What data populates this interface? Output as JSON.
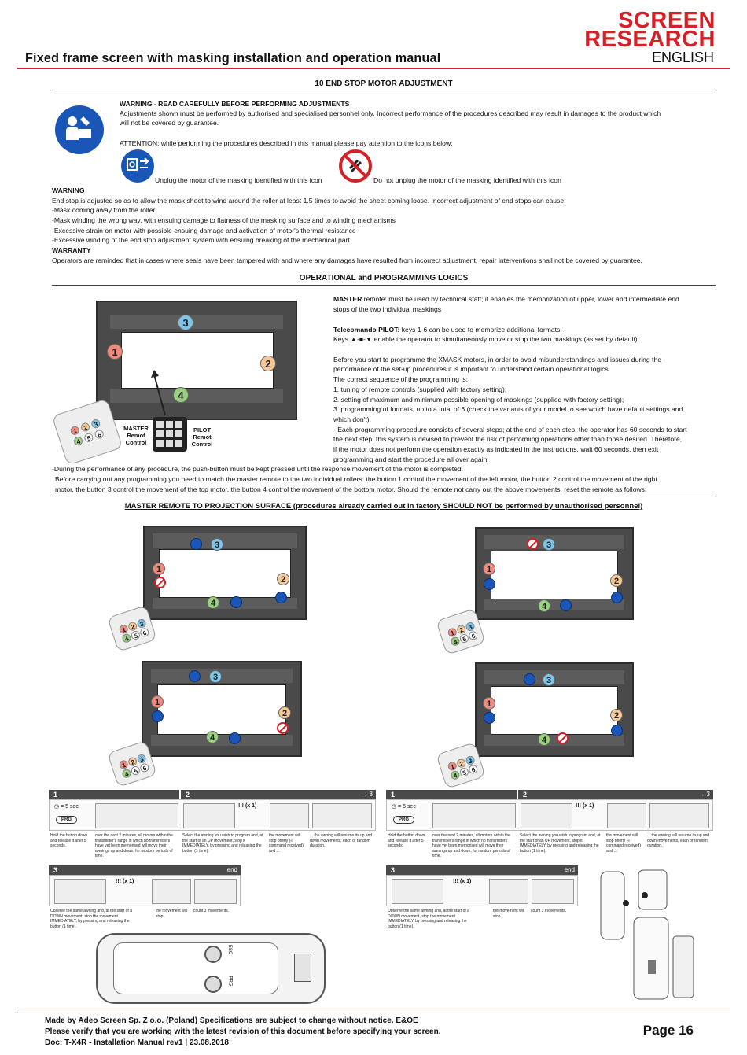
{
  "header": {
    "logo_line1": "SCREEN",
    "logo_line2": "RESEARCH",
    "title": "Fixed frame screen with masking installation and operation manual",
    "language": "ENGLISH"
  },
  "section1": {
    "title": "10 END STOP MOTOR ADJUSTMENT",
    "warning_heading": "WARNING - READ CAREFULLY BEFORE PERFORMING ADJUSTMENTS",
    "warning_body_1": "Adjustments shown must be performed by authorised and specialised personnel only. Incorrect performance of the procedures described may result in damages to the product which",
    "warning_body_2": "will not be covered by guarantee.",
    "attention": "ATTENTION: while performing the procedures described in this manual please pay attention to the icons below:",
    "unplug_label": "Unplug the motor of the masking identified with this icon",
    "donot_label": "Do not unplug the motor of the masking identified with this icon",
    "warning2_heading": "WARNING",
    "warning2_lines": [
      "End stop is adjusted so as to allow the mask sheet to wind around the roller at least 1.5 times to avoid the sheet coming loose. Incorrect adjustment of end stops can cause:",
      "-Mask coming away from the roller",
      "-Mask winding the wrong way, with ensuing damage to flatness of the masking surface and to winding mechanisms",
      "-Excessive strain on motor with possible ensuing damage and activation of motor's thermal resistance",
      "-Excessive winding of the end stop adjustment system with ensuing breaking of the mechanical part"
    ],
    "warranty_heading": "WARRANTY",
    "warranty_body": "Operators are reminded that in cases where seals have been tampered with and where any damages have resulted from incorrect adjustment, repair interventions shall not be covered by guarantee."
  },
  "section2": {
    "title": "OPERATIONAL and PROGRAMMING LOGICS",
    "master_label": "MASTER",
    "master_text": " remote: must be used by technical staff; it enables the memorization of upper, lower and intermediate end",
    "master_text2": "stops of the two individual maskings",
    "pilot_label": "Telecomando PILOT:",
    "pilot_text": " keys 1-6 can be used to memorize additional formats.",
    "keys_text": "Keys ▲-■-▼ enable the operator to simultaneously move or stop the two maskings (as set by default).",
    "para_lines": [
      "Before you start to programme the XMASK motors, in order to avoid misunderstandings and issues during the",
      "performance of the set-up procedures it is important to understand certain operational logics.",
      "The correct sequence of the programming is:",
      "1. tuning of remote controls (supplied with factory setting);",
      "2. setting of maximum and minimum possible opening of maskings (supplied with factory setting);",
      "3. programming of formats, up to a total of 6 (check the variants of your model to see which have default settings and",
      "which don't).",
      "- Each programming procedure consists of several steps; at the end of each step, the operator has 60 seconds to start",
      "the next step; this system is devised to prevent the risk of performing operations other than those desired.  Therefore,",
      "if  the  motor  does  not  perform  the  operation  exactly  as  indicated  in  the  instructions,  wait  60  seconds,  then  exit",
      "programming and start the procedure all over again."
    ],
    "full_lines": [
      "-During the performance of any procedure, the push-button must be kept pressed until the response movement of the motor is completed.",
      "Before carrying out any programming you need to match the master remote to the two individual rollers: the button 1 control the movement of the left motor, the button 2 control the movement of the right",
      "motor, the button 3 control the movement of the top motor, the button 4 control the movement of the bottom motor.  Should the remote not carry out the above movements, reset the remote as follows:"
    ],
    "master_remote_label": "MASTER\nRemot\nControl",
    "master_l1": "MASTER",
    "master_l2": "Remot",
    "master_l3": "Control",
    "pilot_l1": "PILOT",
    "pilot_l2": "Remot",
    "pilot_l3": "Control"
  },
  "section3": {
    "title": "MASTER REMOTE TO PROJECTION SURFACE (procedures already carried out in factory SHOULD NOT be performed by unauthorised personnel)"
  },
  "bubbles": [
    "1",
    "2",
    "3",
    "4"
  ],
  "remote_keys": [
    "1",
    "2",
    "3",
    "4",
    "5",
    "6"
  ],
  "steps": {
    "s1": "1",
    "s2": "2",
    "s3": "3",
    "arrow3": "→ 3",
    "end": "end",
    "sec": "= 5 sec",
    "prg": "PRG",
    "x1": "!!! (x 1)",
    "s1_t1": "Hold the button down and release it after 5 seconds.",
    "s1_t2": "over the next 2 minutes, all motors within the transmitter's range in which no transmitters have yet been memorised will move their awnings up and down, for random periods of time.",
    "s2_t1": "Select the awning you wish to program and, at the start of an UP movement, stop it IMMEDIATELY, by pressing and releasing the button (1 time).",
    "s2_t2": "the movement will stop briefly (« command received) and ...",
    "s2_t3": "... the awning will resume its up and down movements, each of random duration.",
    "s3_t1": "Observe the same awning and, at the start of a DOWN movement, stop the movement IMMEDIATELY, by pressing and releasing the button (1 time).",
    "s3_t2": "the movement will stop.",
    "s3_t3": "count 3 movements."
  },
  "device_labels": {
    "esc": "ESC",
    "prg": "PRG"
  },
  "footer": {
    "line1": "Made by Adeo Screen Sp. Z o.o. (Poland) Specifications are subject to change without notice. E&OE",
    "line2": "Please verify that you are working with the latest revision of this document before specifying your screen.",
    "line3": "Doc: T-X4R - Installation Manual rev1 | 23.08.2018",
    "page": "Page 16"
  },
  "colors": {
    "brand_red": "#d42027",
    "plug_blue": "#1a56b8"
  }
}
